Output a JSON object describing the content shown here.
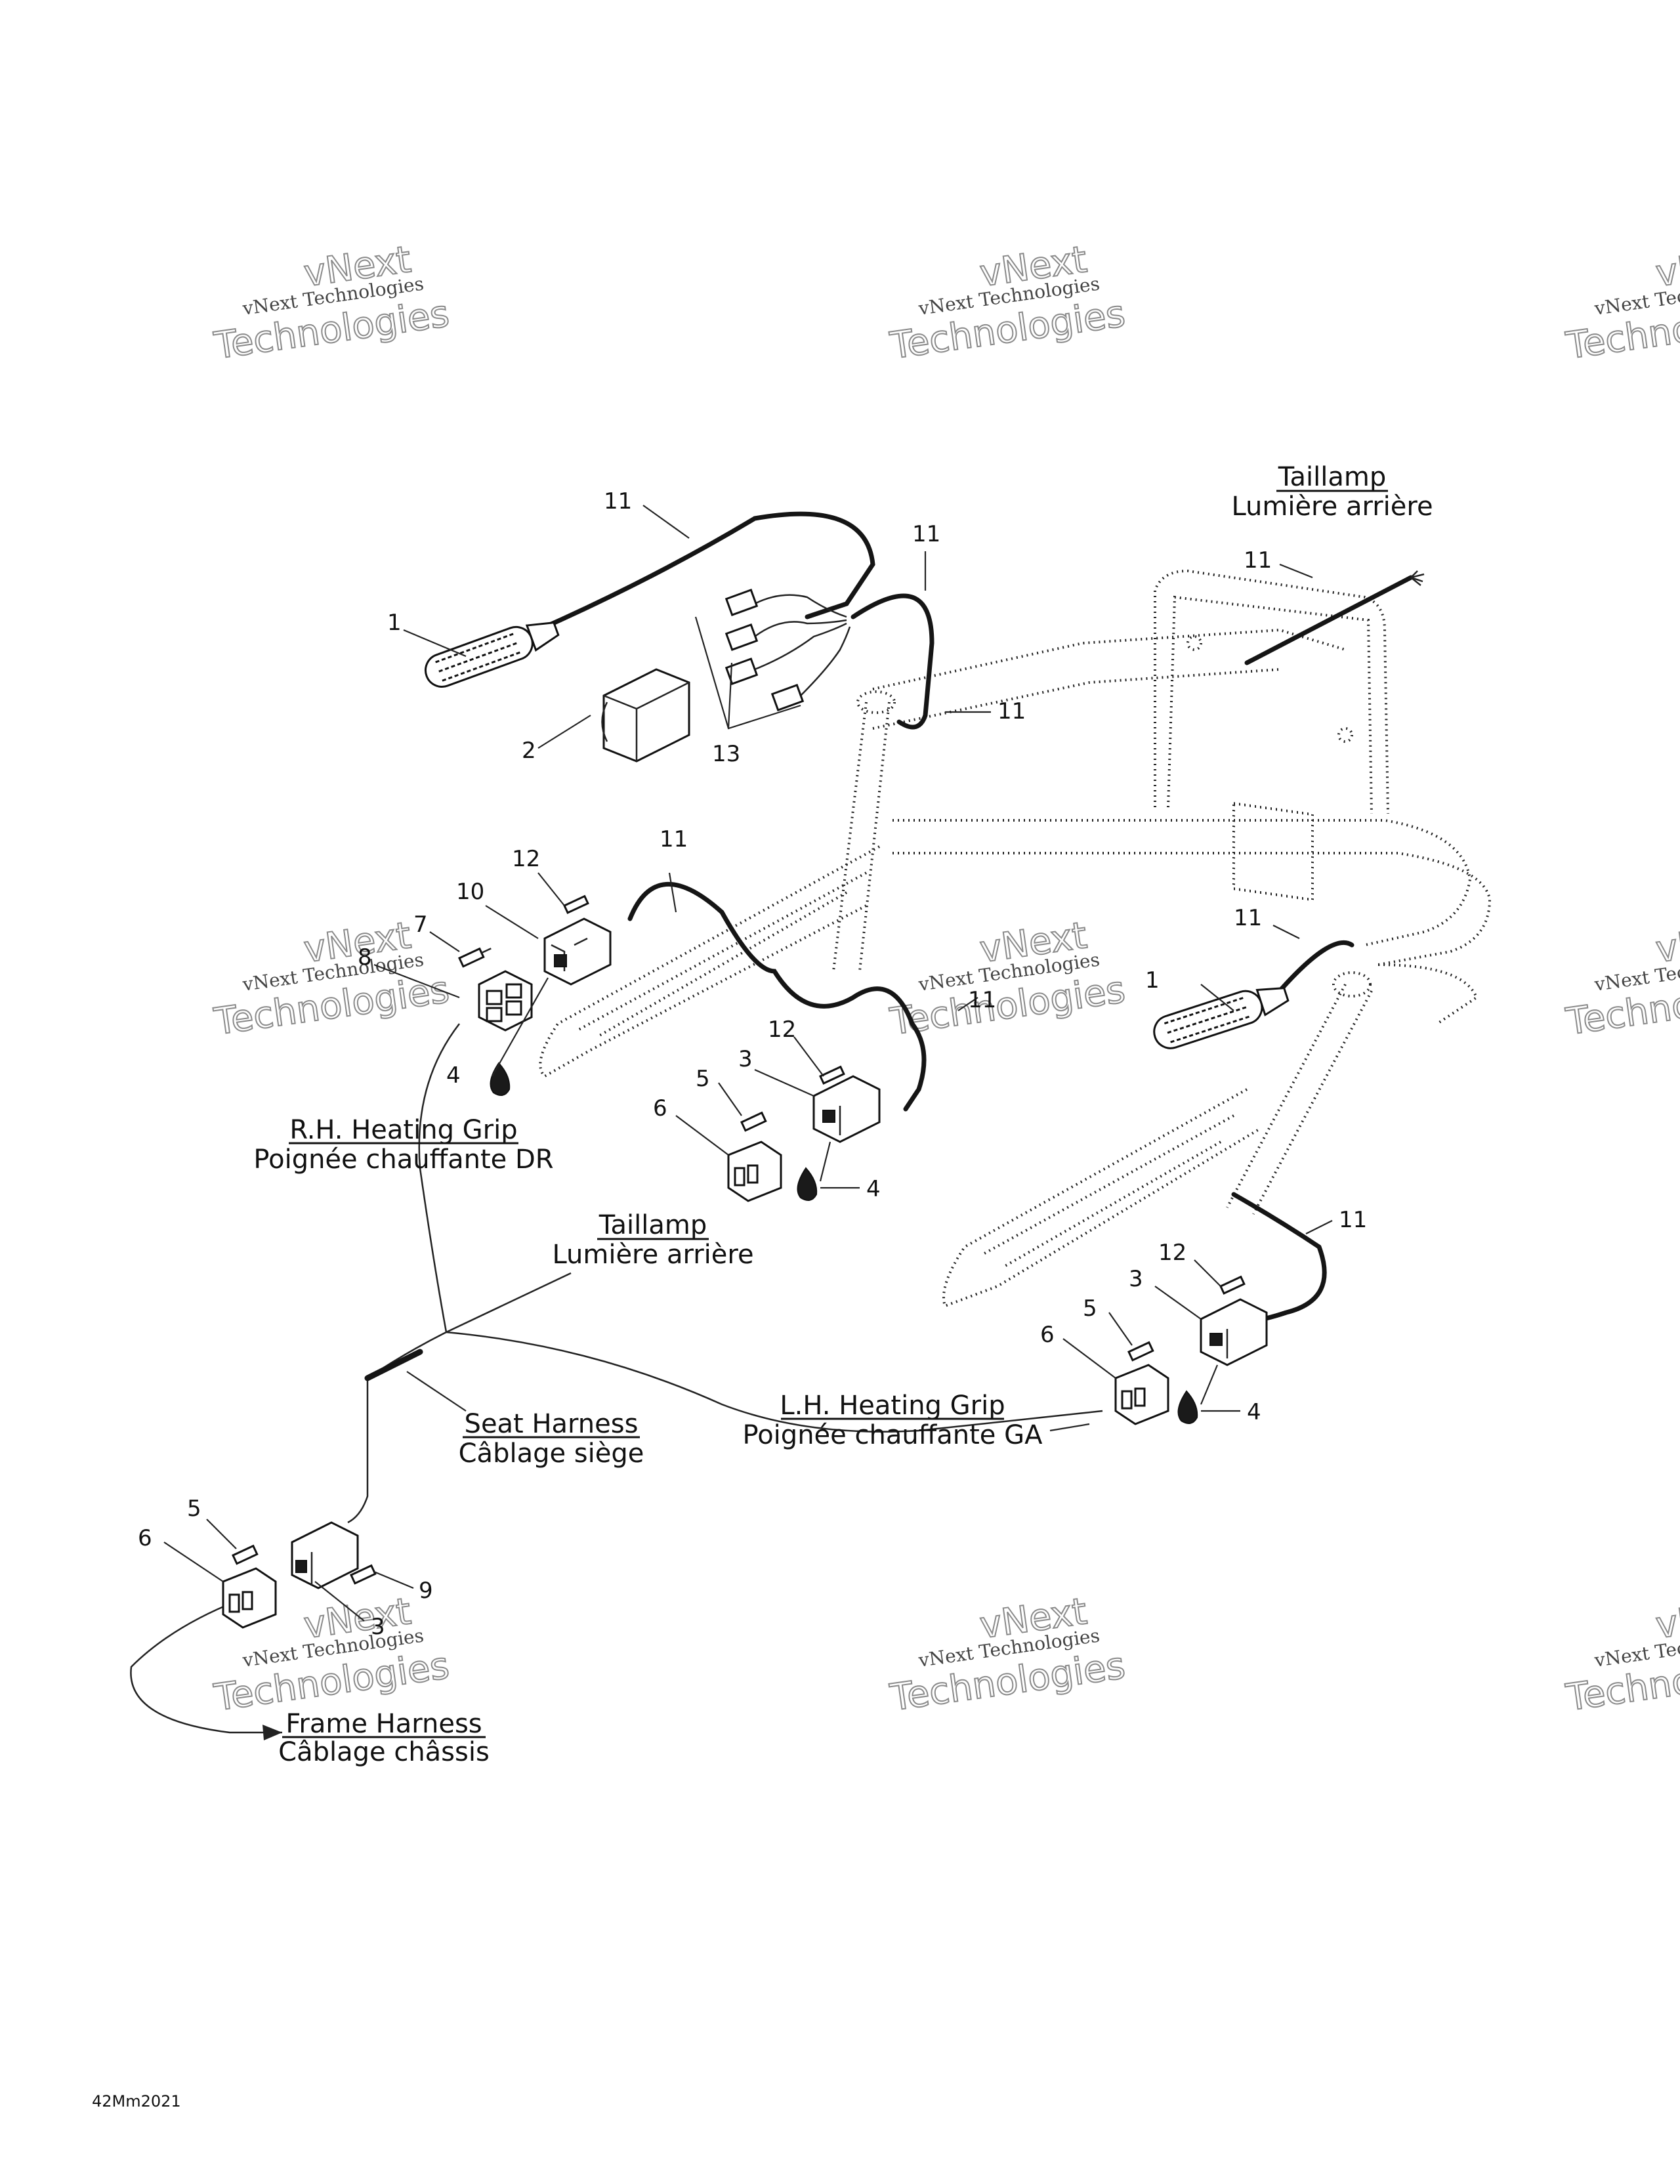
{
  "watermark": {
    "line1": "vNext Technologies",
    "line2": "vNext",
    "line3": "Technologies"
  },
  "callouts": {
    "n1": "1",
    "n2": "2",
    "n3": "3",
    "n4": "4",
    "n5": "5",
    "n6": "6",
    "n7": "7",
    "n8": "8",
    "n9": "9",
    "n10": "10",
    "n11": "11",
    "n12": "12",
    "n13": "13"
  },
  "labels": {
    "taillamp_en": "Taillamp",
    "taillamp_fr": "Lumière arrière",
    "rh_grip_en": "R.H. Heating Grip",
    "rh_grip_fr": "Poignée chauffante DR",
    "lh_grip_en": "L.H. Heating Grip",
    "lh_grip_fr": "Poignée chauffante GA",
    "seat_harness_en": "Seat Harness",
    "seat_harness_fr": "Câblage siège",
    "frame_harness_en": "Frame Harness",
    "frame_harness_fr": "Câblage châssis"
  },
  "footer": {
    "figure_code": "42Mm2021"
  }
}
